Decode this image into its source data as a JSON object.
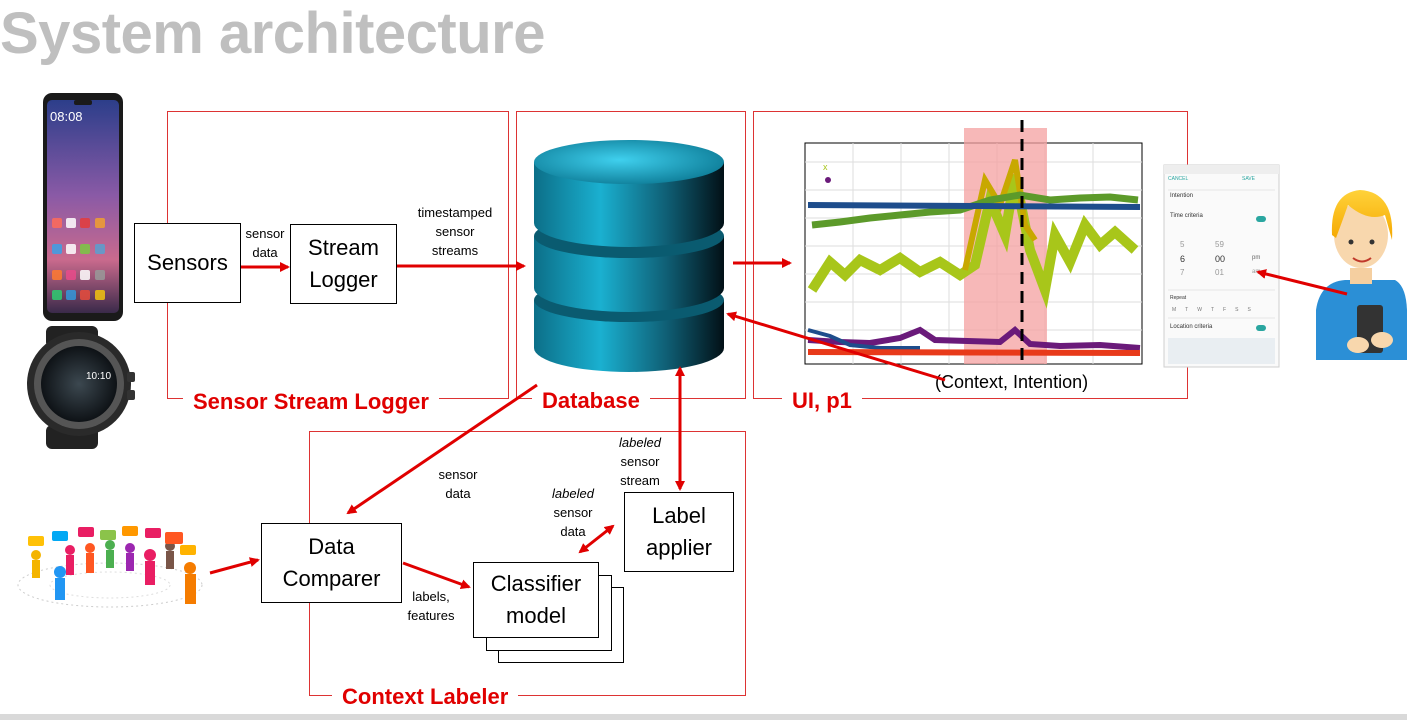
{
  "title": "System architecture",
  "frames": {
    "sensor_stream_logger": "Sensor Stream Logger",
    "database": "Database",
    "ui": "UI, p1",
    "context_labeler": "Context Labeler"
  },
  "boxes": {
    "sensors": "Sensors",
    "stream_logger_line1": "Stream",
    "stream_logger_line2": "Logger",
    "data_comparer_line1": "Data",
    "data_comparer_line2": "Comparer",
    "classifier_line1": "Classifier",
    "classifier_line2": "model",
    "label_applier_line1": "Label",
    "label_applier_line2": "applier"
  },
  "annotations": {
    "sensor_data_1_line1": "sensor",
    "sensor_data_1_line2": "data",
    "timestamped_line1": "timestamped",
    "timestamped_line2": "sensor",
    "timestamped_line3": "streams",
    "sensor_data_2_line1": "sensor",
    "sensor_data_2_line2": "data",
    "labeled_stream_line1": "labeled",
    "labeled_stream_line2": "sensor",
    "labeled_stream_line3": "stream",
    "labeled_data_line1": "labeled",
    "labeled_data_line2": "sensor",
    "labeled_data_line3": "data",
    "labels_features_line1": "labels,",
    "labels_features_line2": "features",
    "context_intention": "(Context, Intention)"
  },
  "phone_ui": {
    "cancel": "CANCEL",
    "save": "SAVE",
    "intention": "Intention",
    "time_criteria": "Time criteria",
    "hours": [
      "5",
      "6",
      "7"
    ],
    "minutes": [
      "59",
      "00",
      "01"
    ],
    "ampm": [
      "pm",
      "am"
    ],
    "repeat": "Repeat",
    "days": [
      "M",
      "T",
      "W",
      "T",
      "F",
      "S",
      "S"
    ],
    "location_criteria": "Location criteria"
  },
  "watch_time": "10:10",
  "phone_time": "08:08",
  "colors": {
    "accent": "#e00000",
    "title": "#bfbfbf",
    "db_cyan": "#1aa5c4",
    "highlight": "#f4a0a0"
  }
}
